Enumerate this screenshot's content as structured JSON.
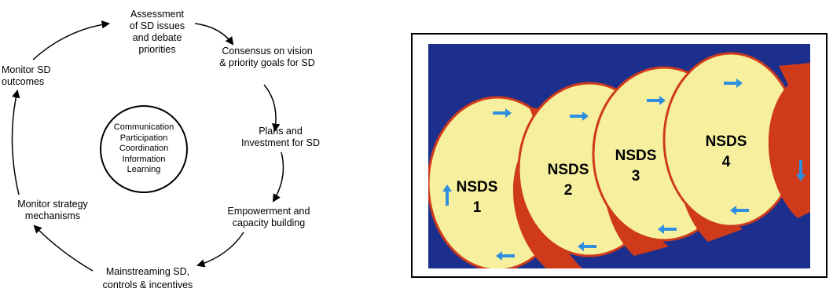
{
  "cycle": {
    "stages": [
      "Assessment\nof SD issues\nand debate\npriorities",
      "Consensus on vision\n& priority goals for SD",
      "Plans and\nInvestment for SD",
      "Empowerment and\ncapacity building",
      "Mainstreaming SD,\ncontrols & incentives",
      "Monitor strategy\nmechanisms",
      "Monitor SD\noutcomes"
    ],
    "center": [
      "Communication",
      "Participation",
      "Coordination",
      "Information",
      "Learning"
    ]
  },
  "nsds": {
    "labels": [
      {
        "word": "NSDS",
        "num": "1"
      },
      {
        "word": "NSDS",
        "num": "2"
      },
      {
        "word": "NSDS",
        "num": "3"
      },
      {
        "word": "NSDS",
        "num": "4"
      }
    ],
    "colors": {
      "background": "#1c2f8c",
      "circle": "#f6ef9e",
      "arrow": "#cf3a1a",
      "small_arrow": "#2e8fe0"
    }
  }
}
